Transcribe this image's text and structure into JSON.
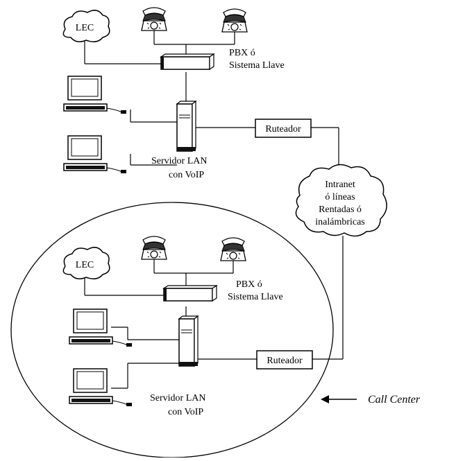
{
  "top_site": {
    "lec": "LEC",
    "pbx": [
      "PBX ó",
      "Sistema Llave"
    ],
    "server": [
      "Servidor LAN",
      "con VoIP"
    ],
    "router": "Ruteador"
  },
  "network_cloud": [
    "Intranet",
    "ó líneas",
    "Rentadas ó",
    "inalámbricas"
  ],
  "bottom_site": {
    "lec": "LEC",
    "pbx": [
      "PBX ó",
      "Sistema Llave"
    ],
    "server": [
      "Servidor LAN",
      "con VoIP"
    ],
    "router": "Ruteador"
  },
  "call_center_label": "Call Center"
}
